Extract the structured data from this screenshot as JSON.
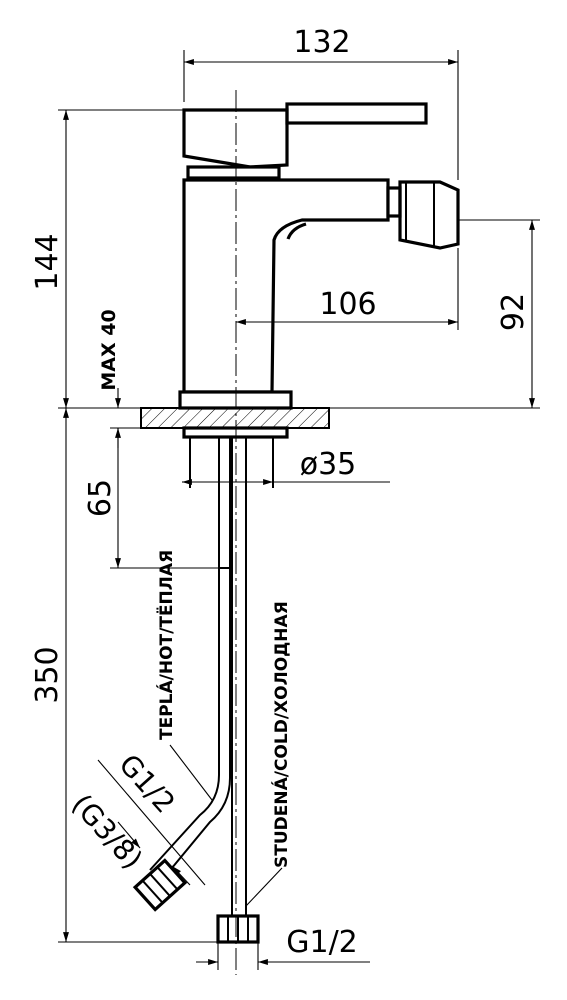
{
  "dimensions": {
    "overall_width": "132",
    "overall_height": "144",
    "spout_reach": "106",
    "spout_height": "92",
    "max_deck": "MAX 40",
    "shank_length": "65",
    "hose_length": "350",
    "body_diameter": "ø35",
    "hose_thread": "G1/2",
    "hose_thread_alt": "(G3/8)",
    "shank_thread": "G1/2"
  },
  "labels": {
    "hot": "TEPLÁ/HOT/ТЁПЛАЯ",
    "cold": "STUDENÁ/COLD/ХОЛОДНАЯ"
  }
}
